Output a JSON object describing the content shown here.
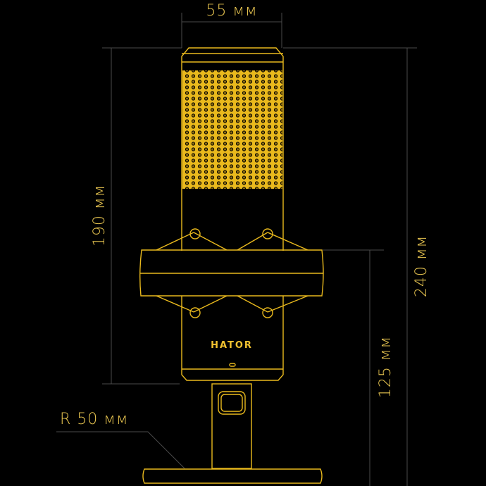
{
  "product": {
    "brand": "HATOR"
  },
  "dimensions": {
    "width": "55 мм",
    "body_height": "190 мм",
    "total_height": "240 мм",
    "mount_height": "125 мм",
    "base_radius": "R 50 мм"
  },
  "colors": {
    "accent": "#e9b91d",
    "dimension_line": "#4a4a4a",
    "background": "#000000"
  }
}
